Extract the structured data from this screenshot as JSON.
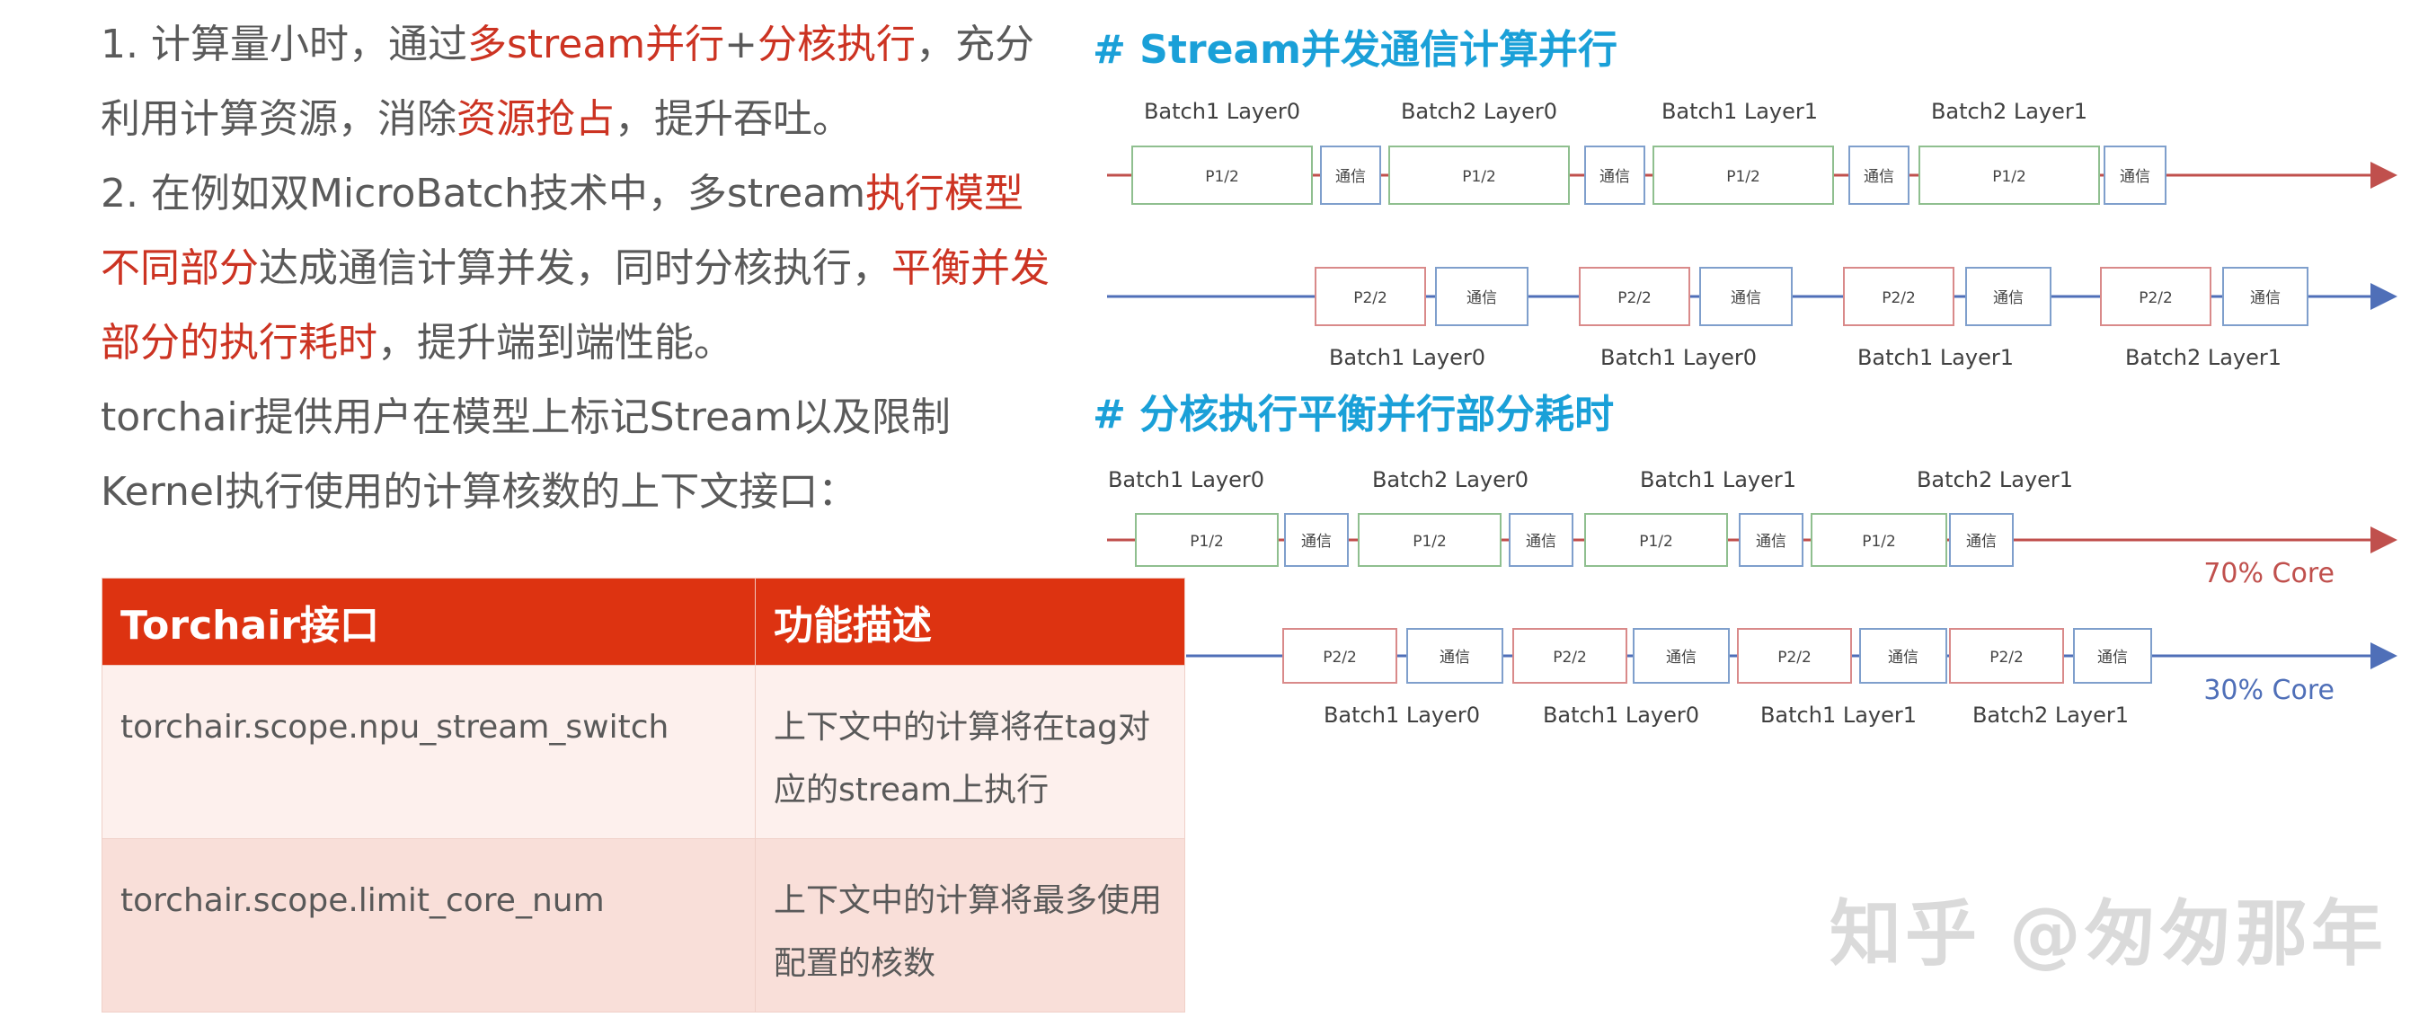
{
  "left_text": {
    "line1_a": "1. 计算量小时，通过",
    "line1_hl1": "多stream并行",
    "line1_b": "+",
    "line1_hl2": "分核执行",
    "line1_c": "，充分利用计算资源，消除",
    "line1_hl3": "资源抢占",
    "line1_d": "，提升吞吐。",
    "line2_a": "2. 在例如双MicroBatch技术中，多stream",
    "line2_hl1": "执行模型不同部分",
    "line2_b": "达成通信计算并发，同时分核执行，",
    "line2_hl2": "平衡并发部分的执行耗时",
    "line2_c": "，提升端到端性能。",
    "line3": "torchair提供用户在模型上标记Stream以及限制Kernel执行使用的计算核数的上下文接口："
  },
  "table": {
    "headers": [
      "Torchair接口",
      "功能描述"
    ],
    "rows": [
      {
        "api": "torchair.scope.npu_stream_switch",
        "desc": "上下文中的计算将在tag对应的stream上执行"
      },
      {
        "api": "torchair.scope.limit_core_num",
        "desc": "上下文中的计算将最多使用配置的核数"
      }
    ]
  },
  "diagram1": {
    "title": "# Stream并发通信计算并行",
    "top_labels": [
      "Batch1 Layer0",
      "Batch2 Layer0",
      "Batch1 Layer1",
      "Batch2 Layer1"
    ],
    "bottom_labels": [
      "Batch1 Layer0",
      "Batch1 Layer0",
      "Batch1 Layer1",
      "Batch2 Layer1"
    ],
    "p1": "P1/2",
    "p2": "P2/2",
    "comm": "通信"
  },
  "diagram2": {
    "title": "# 分核执行平衡并行部分耗时",
    "top_labels": [
      "Batch1 Layer0",
      "Batch2 Layer0",
      "Batch1 Layer1",
      "Batch2 Layer1"
    ],
    "bottom_labels": [
      "Batch1 Layer0",
      "Batch1 Layer0",
      "Batch1 Layer1",
      "Batch2 Layer1"
    ],
    "core_top": "70% Core",
    "core_bottom": "30% Core",
    "p1": "P1/2",
    "p2": "P2/2",
    "comm": "通信"
  },
  "watermark": "知乎 @匆匆那年",
  "colors": {
    "red_line": "#c0504d",
    "blue_line": "#4f6fb8",
    "title_blue": "#1aa0d8",
    "green_box": "#8fbf8f",
    "blue_box": "#7f9fcc",
    "red_box": "#d98a8a",
    "header_red": "#dd3311"
  }
}
